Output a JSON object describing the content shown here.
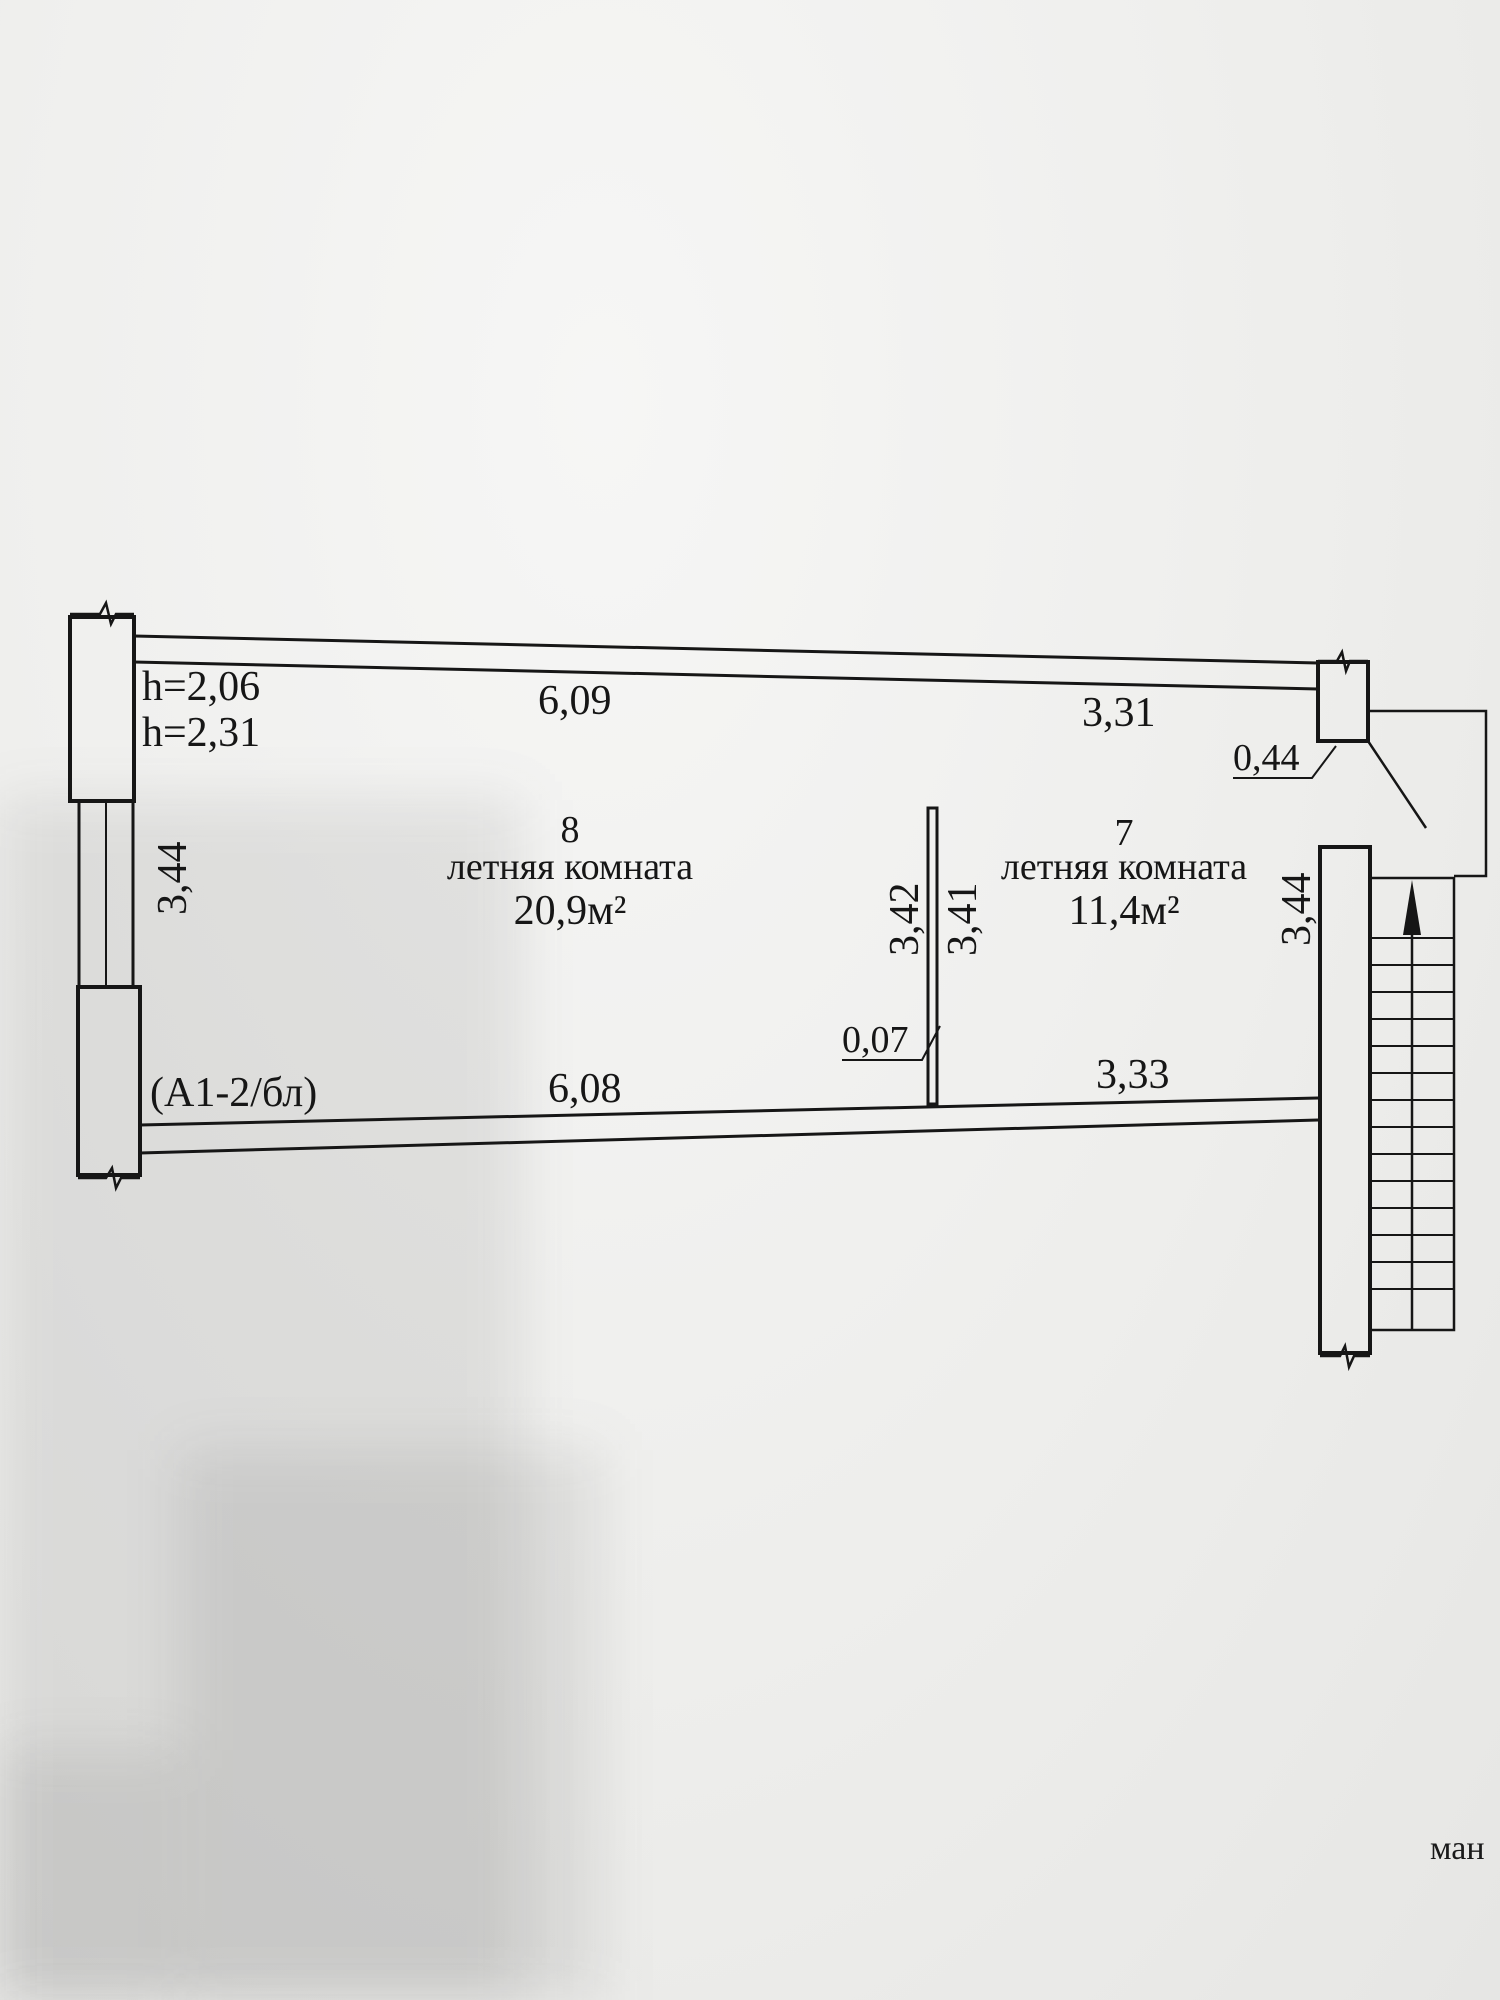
{
  "plan": {
    "heights": [
      "h=2,06",
      "h=2,31"
    ],
    "axis_label": "(А1-2/бл)",
    "rooms": [
      {
        "number": "8",
        "name": "летняя комната",
        "area": "20,9м²"
      },
      {
        "number": "7",
        "name": "летняя комната",
        "area": "11,4м²"
      }
    ],
    "dimensions": {
      "top_left": "6,09",
      "top_right": "3,31",
      "bottom_left": "6,08",
      "bottom_right": "3,33",
      "left_wall": "3,44",
      "right_wall": "3,44",
      "partition_left": "3,42",
      "partition_right": "3,41",
      "partition_thickness": "0,07",
      "corner_wall": "0,44"
    },
    "edge_text": "ман"
  },
  "colors": {
    "ink": "#161616",
    "paper": "#f0f0ee"
  }
}
